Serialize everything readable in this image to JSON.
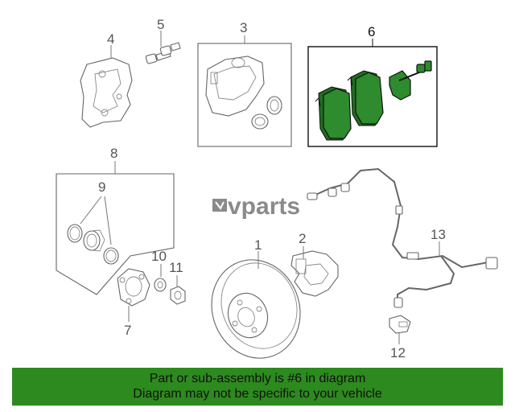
{
  "logo": {
    "text": "vparts"
  },
  "callouts": {
    "c1": "1",
    "c2": "2",
    "c3": "3",
    "c4": "4",
    "c5": "5",
    "c6": "6",
    "c7": "7",
    "c8": "8",
    "c9": "9",
    "c10": "10",
    "c11": "11",
    "c12": "12",
    "c13": "13"
  },
  "highlighted_part": "6",
  "colors": {
    "highlight": "#2e8b2e",
    "banner": "#2d8a1e"
  },
  "banner": {
    "line1": "Part or sub-assembly is #6 in diagram",
    "line2": "Diagram may not be specific to your vehicle"
  }
}
